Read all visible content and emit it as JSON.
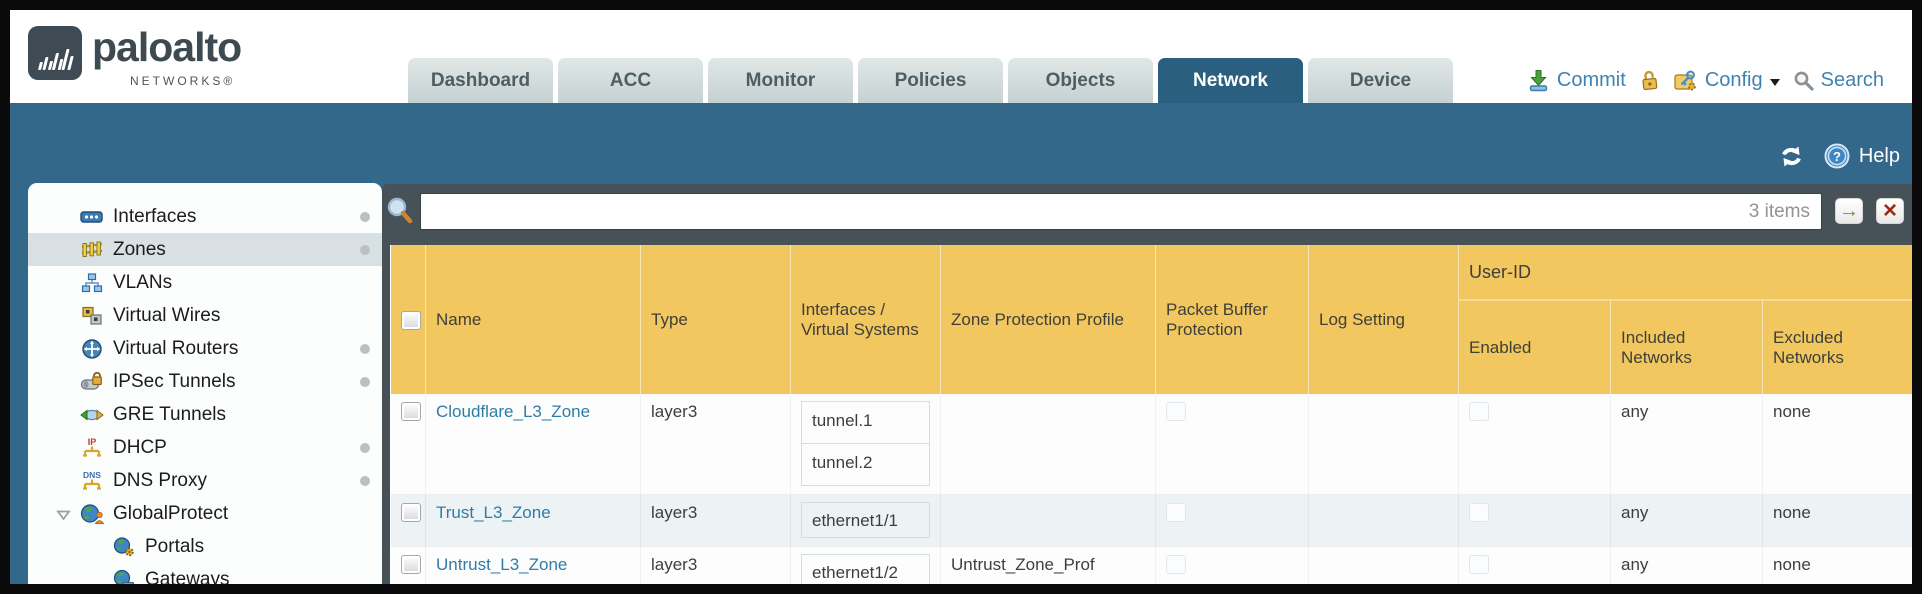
{
  "header": {
    "logo": {
      "brand": "paloalto",
      "sub": "NETWORKS®"
    },
    "tabs": [
      {
        "label": "Dashboard",
        "active": false
      },
      {
        "label": "ACC",
        "active": false
      },
      {
        "label": "Monitor",
        "active": false
      },
      {
        "label": "Policies",
        "active": false
      },
      {
        "label": "Objects",
        "active": false
      },
      {
        "label": "Network",
        "active": true
      },
      {
        "label": "Device",
        "active": false
      }
    ],
    "utilities": {
      "commit_label": "Commit",
      "config_label": "Config",
      "search_label": "Search"
    }
  },
  "toolbar": {
    "help_label": "Help"
  },
  "sidebar": {
    "items": [
      {
        "label": "Interfaces",
        "icon": "interfaces-icon",
        "dot": true
      },
      {
        "label": "Zones",
        "icon": "zones-icon",
        "dot": true,
        "selected": true
      },
      {
        "label": "VLANs",
        "icon": "vlans-icon"
      },
      {
        "label": "Virtual Wires",
        "icon": "virtual-wires-icon"
      },
      {
        "label": "Virtual Routers",
        "icon": "virtual-routers-icon",
        "dot": true
      },
      {
        "label": "IPSec Tunnels",
        "icon": "ipsec-tunnels-icon",
        "dot": true
      },
      {
        "label": "GRE Tunnels",
        "icon": "gre-tunnels-icon"
      },
      {
        "label": "DHCP",
        "icon": "dhcp-icon",
        "dot": true
      },
      {
        "label": "DNS Proxy",
        "icon": "dns-proxy-icon",
        "dot": true
      },
      {
        "label": "GlobalProtect",
        "icon": "globalprotect-icon",
        "expanded": true
      },
      {
        "label": "Portals",
        "icon": "portals-icon",
        "indent": true
      },
      {
        "label": "Gateways",
        "icon": "gateways-icon",
        "indent": true
      }
    ]
  },
  "content": {
    "filter": {
      "value": "",
      "count": "3 items"
    },
    "table": {
      "group_header": "User-ID",
      "columns": [
        "Name",
        "Type",
        "Interfaces / Virtual Systems",
        "Zone Protection Profile",
        "Packet Buffer Protection",
        "Log Setting"
      ],
      "user_id_columns": [
        "Enabled",
        "Included Networks",
        "Excluded Networks"
      ],
      "rows": [
        {
          "name": "Cloudflare_L3_Zone",
          "type": "layer3",
          "interfaces": [
            "tunnel.1",
            "tunnel.2"
          ],
          "zone_protection_profile": "",
          "log_setting": "",
          "included_networks": "any",
          "excluded_networks": "none"
        },
        {
          "name": "Trust_L3_Zone",
          "type": "layer3",
          "interfaces": [
            "ethernet1/1"
          ],
          "zone_protection_profile": "",
          "log_setting": "",
          "included_networks": "any",
          "excluded_networks": "none"
        },
        {
          "name": "Untrust_L3_Zone",
          "type": "layer3",
          "interfaces": [
            "ethernet1/2"
          ],
          "zone_protection_profile": "Untrust_Zone_Prof",
          "log_setting": "",
          "included_networks": "any",
          "excluded_networks": "none"
        }
      ]
    }
  },
  "colors": {
    "teal_band": "#33688a",
    "active_tab": "#2a5f7f",
    "slate_bar": "#475158",
    "header_gold": "#f2c75f",
    "userid_gold": "#dba63c",
    "link_blue": "#2d7da8",
    "action_blue": "#3e83b0",
    "selected_row": "#d8e0e4"
  }
}
